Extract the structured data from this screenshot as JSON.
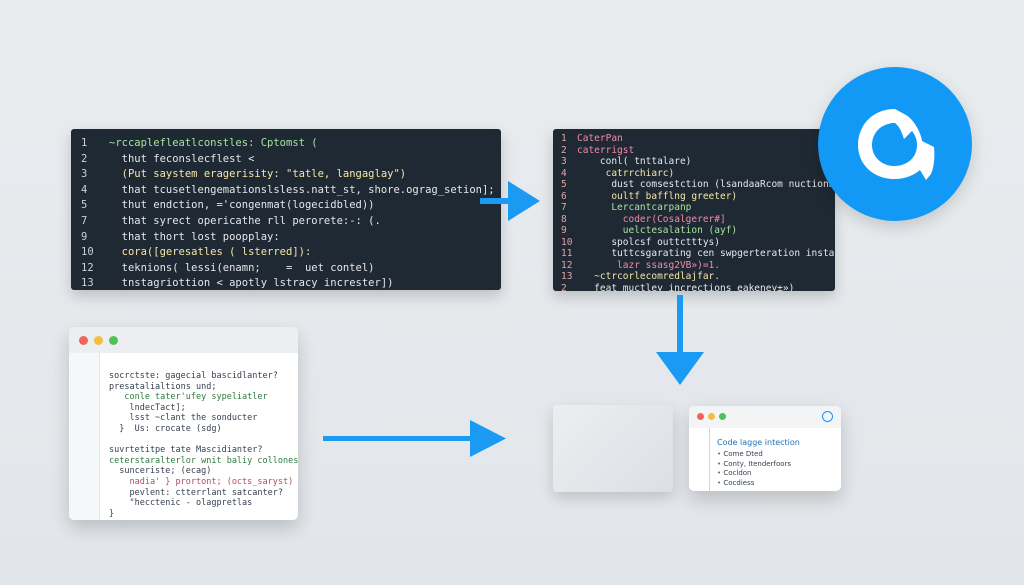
{
  "editor_a": {
    "lines": [
      {
        "n": "1",
        "text": "~rccaplefleatlconstles: Cptomst ("
      },
      {
        "n": "2",
        "text": "  thut feconslecflest <"
      },
      {
        "n": "3",
        "text": "  (Put saystem eragerisity: \"tatle, langaglay\")"
      },
      {
        "n": "4",
        "text": "  that tcusetlengemationslsless.natt_st, shore.ograg_setion];"
      },
      {
        "n": "5",
        "text": "  thut endction, ='congenmat(logecidbled))"
      },
      {
        "n": "7",
        "text": "  that syrect opericathe rll perorete:-: (."
      },
      {
        "n": "9",
        "text": "  that thort lost poopplay:"
      },
      {
        "n": "10",
        "text": "  cora([geresatles ( lsterred]):"
      },
      {
        "n": "12",
        "text": "  teknions( lessi(enamn;    =  uet contel)"
      },
      {
        "n": "13",
        "text": "  tnstagriottion < apotly lstracy increster])"
      }
    ]
  },
  "editor_b": {
    "lines": [
      {
        "n": "1",
        "text": "CaterPan"
      },
      {
        "n": "2",
        "text": "caterrigst"
      },
      {
        "n": "3",
        "text": "    conl( tnttalare)"
      },
      {
        "n": "4",
        "text": "     catrrchiarc)"
      },
      {
        "n": "5",
        "text": "      dust comsestction (lsandaaRcom nuctionn)»"
      },
      {
        "n": "6",
        "text": "      oultf bafflng greeter)"
      },
      {
        "n": "7",
        "text": "      Lercantcarpanp"
      },
      {
        "n": "8",
        "text": "        coder(Cosalgerer#]"
      },
      {
        "n": "9",
        "text": "        uelctesalation (ayf)"
      },
      {
        "n": "10",
        "text": "      spolcsf outtctttys)"
      },
      {
        "n": "11",
        "text": "      tuttcsgarating cen swpgerteration installer)"
      },
      {
        "n": "12",
        "text": "       lazr ssasg2VB»)=1."
      },
      {
        "n": "13",
        "text": "   ~ctrcorlecomredlajfar."
      },
      {
        "n": "2",
        "text": "   feat muctley incrections eakeney±»)"
      },
      {
        "n": "3",
        "text": ")"
      }
    ]
  },
  "window_code": {
    "lines": [
      "socrctste: gagecial bascidlanter?",
      "presatalialtions und;",
      "   conle tater'ufey sypeliatler",
      "    lndecTact];",
      "    lsst ~clant the sonducter",
      "  }  Us: crocate (sdg)",
      "",
      "suvrtetitpe tate Mascidianter?",
      "ceterstaralterlor wnit baliy collones",
      "  sunceriste; (ecag)",
      "    nadia' } prortont; (octs_saryst)",
      "    pevlent: ctterrlant satcanter?",
      "    \"hecctenic - olagpretlas",
      "}"
    ]
  },
  "window_result": {
    "title": "Code lagge intection",
    "items": [
      "Come Dted",
      "Conty, Itenderfoors",
      "Cocldon",
      "Cocdiess"
    ]
  },
  "colors": {
    "accent": "#1298f5",
    "arrow": "#1a9af3",
    "editor_bg": "#1f2933"
  },
  "icons": {
    "logo": "blue-circle-chat-logo-icon"
  }
}
